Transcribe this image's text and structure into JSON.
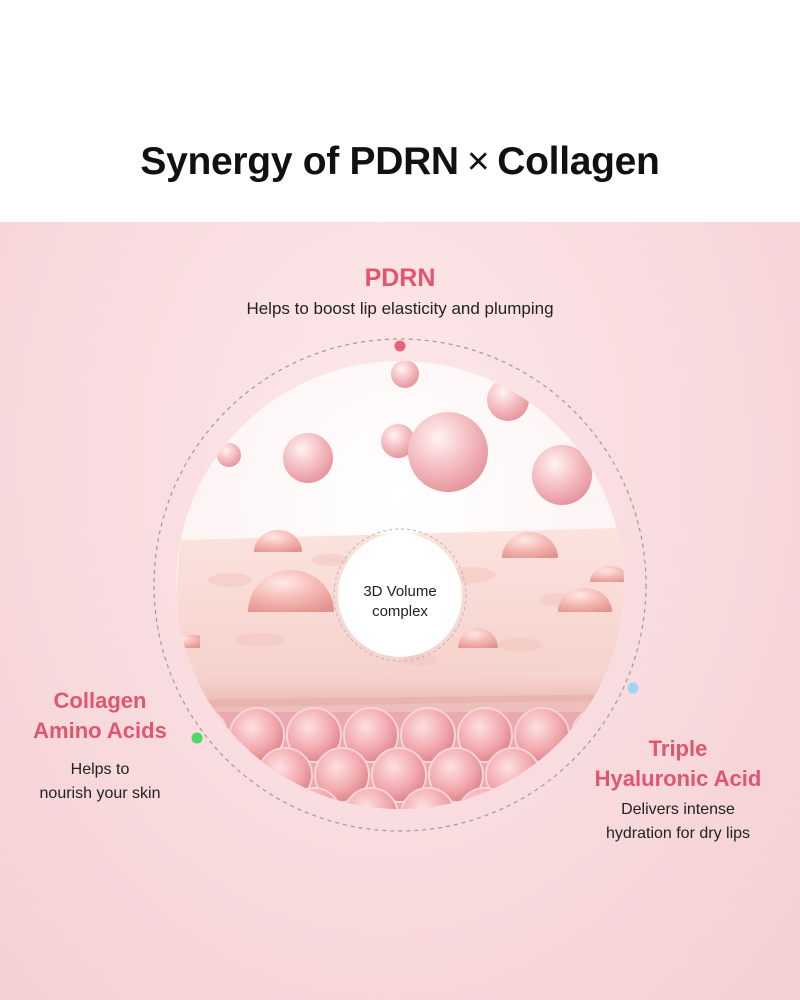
{
  "header": {
    "title_left": "Synergy of PDRN",
    "title_sep": "×",
    "title_right": "Collagen"
  },
  "ingredients": {
    "pdrn": {
      "heading": "PDRN",
      "description": "Helps to boost lip elasticity and plumping",
      "marker_color": "#e8607a"
    },
    "collagen": {
      "heading_line1": "Collagen",
      "heading_line2": "Amino Acids",
      "desc_line1": "Helps to",
      "desc_line2": "nourish your skin",
      "marker_color": "#4cd964"
    },
    "hyaluronic": {
      "heading_line1": "Triple",
      "heading_line2": "Hyaluronic Acid",
      "desc_line1": "Delivers intense",
      "desc_line2": "hydration for dry lips",
      "marker_color": "#9fd6f5"
    }
  },
  "center": {
    "line1": "3D Volume",
    "line2": "complex"
  },
  "colors": {
    "accent": "#e0566e",
    "background": "#f9dde0",
    "bubble": "#f3b3b8"
  }
}
